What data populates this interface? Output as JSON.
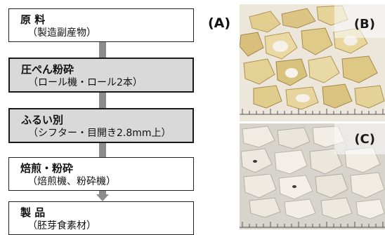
{
  "flowchart": {
    "steps": [
      {
        "title": "原 料",
        "sub": "（製造副産物）",
        "shaded": false
      },
      {
        "title": "圧ぺん粉砕",
        "sub": "（ロール機・ロール2本）",
        "shaded": true
      },
      {
        "title": "ふるい別",
        "sub": "（シフター・目開き2.8mm上）",
        "shaded": true
      },
      {
        "title": "焙煎・粉砕",
        "sub": "（焙煎機、粉砕機）",
        "shaded": false
      },
      {
        "title": "製 品",
        "sub": "（胚芽食素材）",
        "shaded": false
      }
    ]
  },
  "panels": {
    "a": "(A)",
    "b": "(B)",
    "c": "(C)"
  },
  "colors": {
    "box_border": "#222222",
    "shaded_fill": "#d9d9d9",
    "connector": "#8c8c8c",
    "photo_b_background": "#ece6db",
    "photo_c_background": "#d7d3cd",
    "germ_b": "#e2cf8f",
    "germ_c": "#f0ece4"
  }
}
